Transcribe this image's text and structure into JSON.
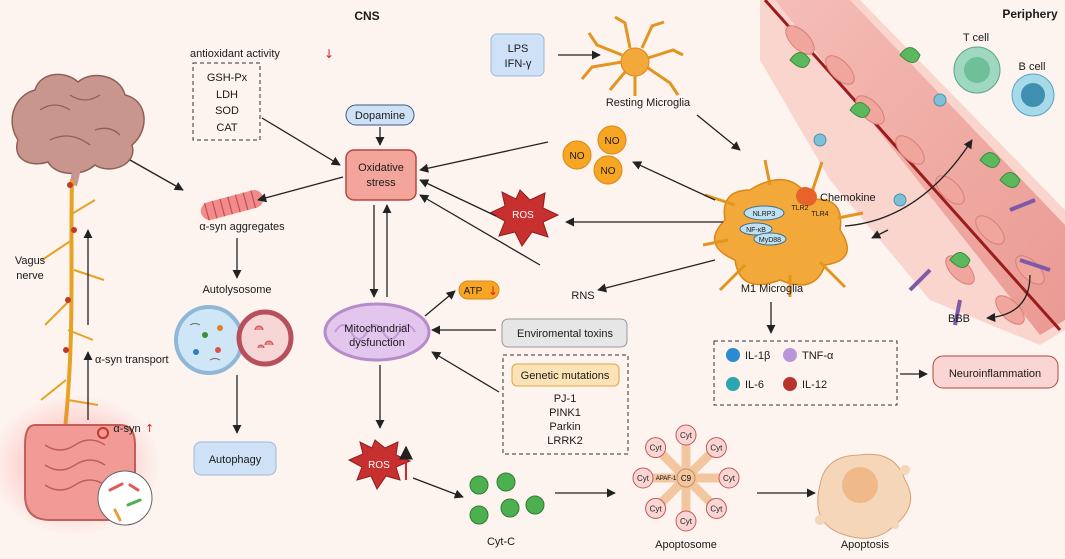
{
  "regions": {
    "cns": "CNS",
    "periphery": "Periphery"
  },
  "antioxidant": {
    "title": "antioxidant activity",
    "arrow": "↓",
    "items": [
      "GSH-Px",
      "LDH",
      "SOD",
      "CAT"
    ]
  },
  "dopamine": "Dopamine",
  "oxidative_stress": [
    "Oxidative",
    "stress"
  ],
  "lps_ifn": [
    "LPS",
    "IFN-γ"
  ],
  "resting_microglia": "Resting Microglia",
  "no_label": "NO",
  "ros": "ROS",
  "rns": "RNS",
  "m1": {
    "label": "M1 Microglia",
    "receptors": [
      "NLRP3",
      "TLR2",
      "TLR4",
      "NF-κB",
      "MyD88"
    ]
  },
  "chemokine": "Chemokine",
  "t_cell": "T cell",
  "b_cell": "B cell",
  "bbb": "BBB",
  "alpha_syn_aggregates": "α-syn aggregates",
  "autolysosome": "Autolysosome",
  "autophagy": "Autophagy",
  "vagus": [
    "Vagus",
    "nerve"
  ],
  "alpha_syn_transport": "α-syn transport",
  "alpha_syn_up": {
    "label": "α-syn",
    "arrow": "↑"
  },
  "atp": {
    "label": "ATP",
    "arrow": "↓"
  },
  "mito": [
    "Mitochondrial",
    "dysfunction"
  ],
  "env_toxins": "Enviromental toxins",
  "genetic": {
    "title": "Genetic mutations",
    "items": [
      "PJ-1",
      "PINK1",
      "Parkin",
      "LRRK2"
    ]
  },
  "cytokines": [
    "IL-1β",
    "TNF-α",
    "IL-6",
    "IL-12"
  ],
  "neuroinflammation": "Neuroinflammation",
  "cytc": "Cyt-C",
  "apoptosome": {
    "label": "Apoptosome",
    "cyt": "Cyt",
    "apaf": "APAF-1",
    "c9": "C9"
  },
  "apoptosis": "Apoptosis",
  "colors": {
    "oxidative": "#f4a59b",
    "box_blue": "#cfe1f6",
    "neuro_fill": "#f9d6d3",
    "gene_fill": "#fbe3b6",
    "env_fill": "#e6e6e6",
    "no_orange": "#f6a623",
    "ros_red": "#c8302f",
    "cytc_green": "#4caf50",
    "microglia": "#f3a93a"
  }
}
